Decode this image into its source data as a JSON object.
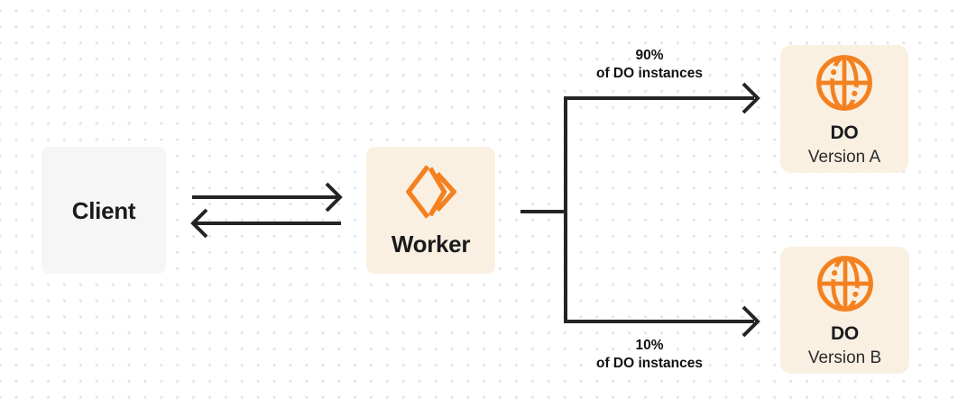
{
  "diagram": {
    "nodes": {
      "client": {
        "label": "Client"
      },
      "worker": {
        "label": "Worker",
        "icon": "worker-chevrons-icon"
      },
      "do_version_a": {
        "title": "DO",
        "subtitle": "Version A",
        "icon": "globe-icon"
      },
      "do_version_b": {
        "title": "DO",
        "subtitle": "Version B",
        "icon": "globe-icon"
      }
    },
    "edges": {
      "client_worker": {
        "description": "bidirectional-arrows"
      },
      "worker_to_do_a": {
        "label_line1": "90%",
        "label_line2": "of DO instances"
      },
      "worker_to_do_b": {
        "label_line1": "10%",
        "label_line2": "of DO instances"
      }
    },
    "colors": {
      "accent_orange": "#F48120",
      "node_cream": "#FAF0E2",
      "node_gray": "#F6F6F7",
      "line_dark": "#242424",
      "dot_grid": "#E5E5E9"
    }
  }
}
